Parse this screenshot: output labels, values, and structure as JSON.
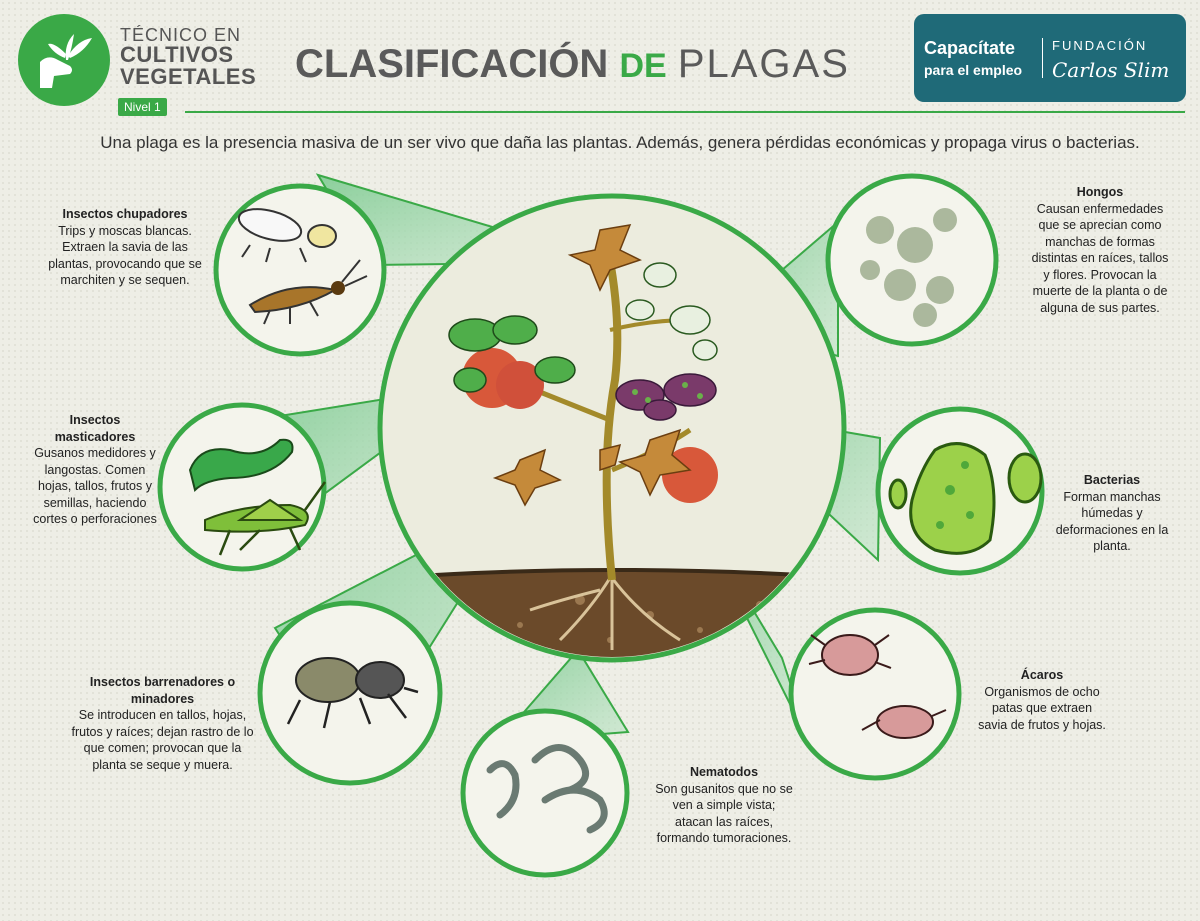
{
  "header": {
    "brand_line1": "TÉCNICO EN",
    "brand_line2": "CULTIVOS",
    "brand_line3": "VEGETALES",
    "level": "Nivel 1",
    "title_bold": "CLASIFICACIÓN",
    "title_de": "DE",
    "title_rest": "PLAGAS",
    "sponsor_line1": "Capacítate",
    "sponsor_line2": "para el empleo",
    "sponsor_line3": "FUNDACIÓN",
    "sponsor_line4": "Carlos Slim"
  },
  "intro": "Una plaga es la presencia masiva de un ser vivo que daña las plantas. Además, genera pérdidas económicas y propaga virus o bacterias.",
  "pests": {
    "chupadores": {
      "title": "Insectos chupadores",
      "desc": "Trips y moscas blancas. Extraen la savia de las plantas, provocando que se marchiten y se sequen."
    },
    "masticadores": {
      "title": "Insectos masticadores",
      "desc": "Gusanos medidores y langostas. Comen hojas, tallos, frutos y semillas, haciendo cortes o perforaciones"
    },
    "barrenadores": {
      "title": "Insectos barrenadores o minadores",
      "desc": "Se introducen en tallos, hojas, frutos y raíces; dejan rastro de lo que comen; provocan que la planta se seque y muera."
    },
    "nematodos": {
      "title": "Nematodos",
      "desc": "Son gusanitos que no se ven a simple vista; atacan las raíces, formando tumoraciones."
    },
    "acaros": {
      "title": "Ácaros",
      "desc": "Organismos de ocho patas que extraen savia de frutos y hojas."
    },
    "bacterias": {
      "title": "Bacterias",
      "desc": "Forman manchas húmedas y deformaciones en la planta."
    },
    "hongos": {
      "title": "Hongos",
      "desc": "Causan enfermedades que se aprecian como manchas de formas distintas en raíces, tallos y flores. Provocan la muerte de la planta o de alguna de sus partes."
    }
  },
  "colors": {
    "green": "#3aa947",
    "teal": "#1f6a78",
    "wedge": "#8fd3a0"
  }
}
